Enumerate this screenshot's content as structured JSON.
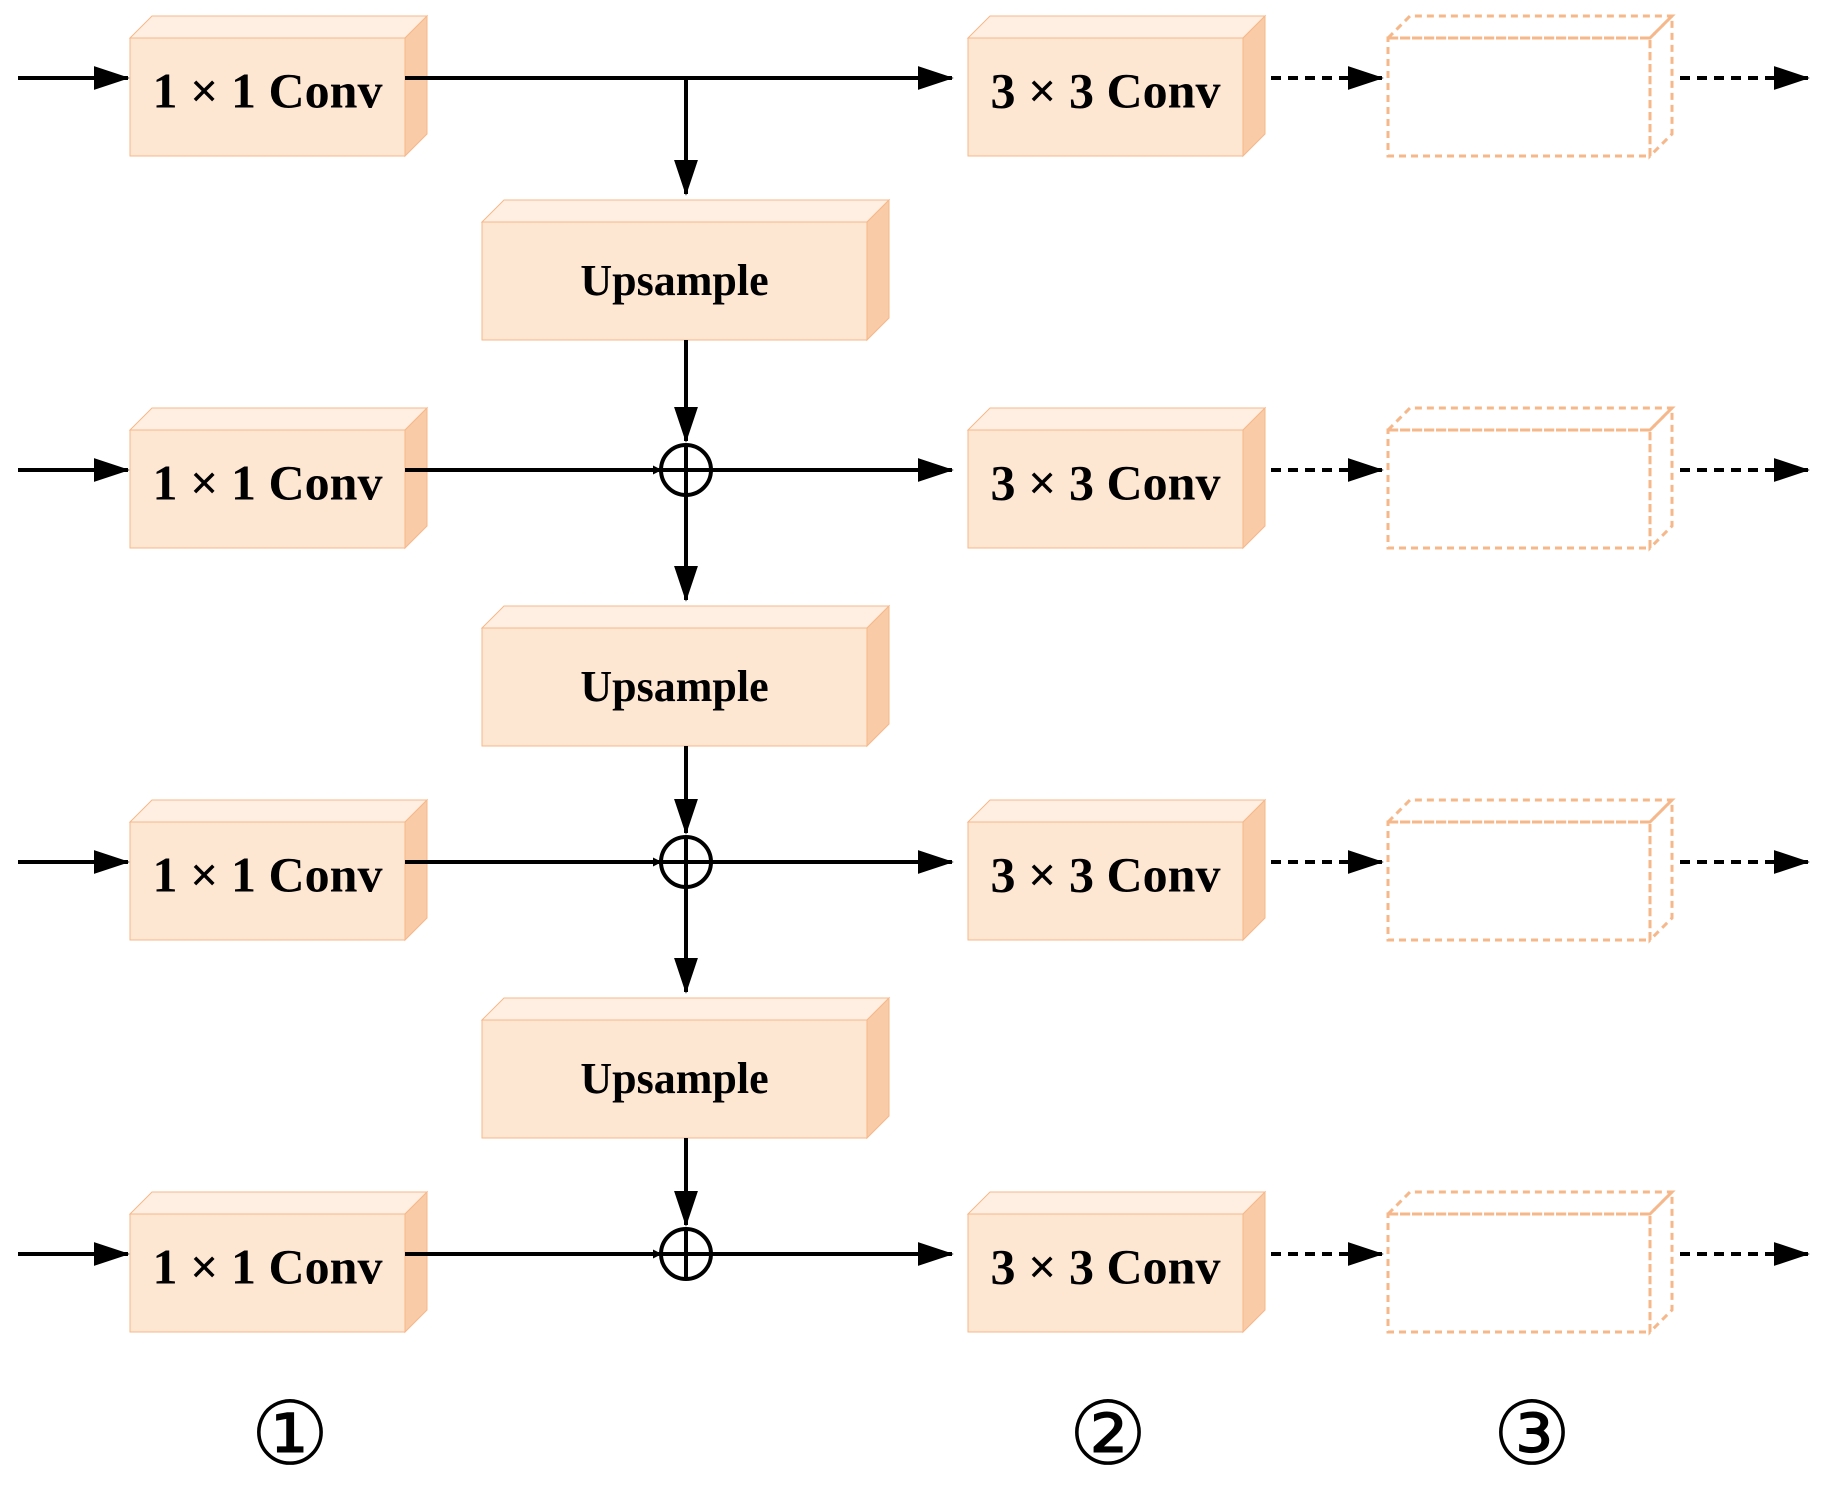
{
  "colors": {
    "box_front": "#FDE6D2",
    "box_top": "#FEEFE2",
    "box_side": "#F9CBA6",
    "box_edge": "#F6B88A",
    "dashed_box": "#F6B88A",
    "line": "#000000"
  },
  "lateral_conv_label": "1 × 1 Conv",
  "output_conv_label": "3 × 3 Conv",
  "upsample_label": "Upsample",
  "stage_labels": [
    "①",
    "②",
    "③"
  ],
  "levels": 4,
  "upsample_blocks": 3,
  "sum_nodes": 3,
  "sum_icon": "circle-plus-icon"
}
